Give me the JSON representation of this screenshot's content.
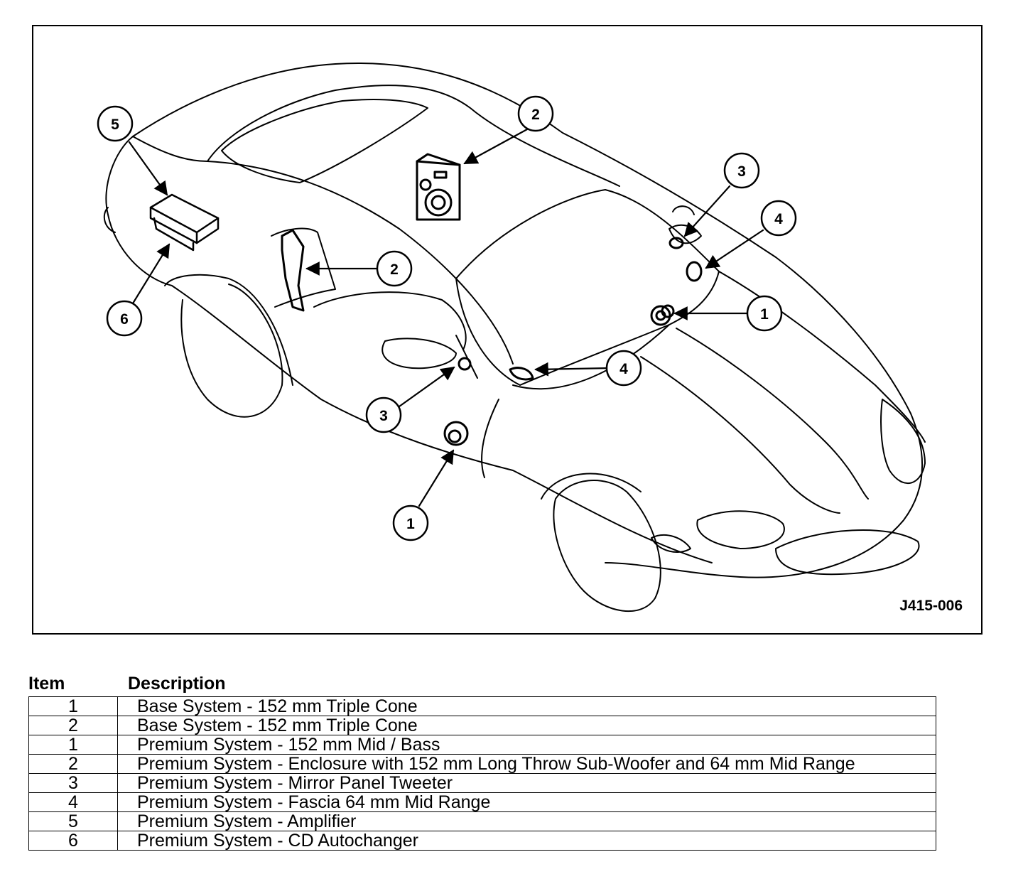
{
  "figure": {
    "code": "J415-006",
    "callouts": [
      {
        "id": "5-amplifier",
        "number": "5"
      },
      {
        "id": "6-cd-autochanger",
        "number": "6"
      },
      {
        "id": "2-enclosure",
        "number": "2"
      },
      {
        "id": "2-door",
        "number": "2"
      },
      {
        "id": "3-tweeter-far",
        "number": "3"
      },
      {
        "id": "4-fascia-far",
        "number": "4"
      },
      {
        "id": "1-door-far",
        "number": "1"
      },
      {
        "id": "4-fascia-near",
        "number": "4"
      },
      {
        "id": "3-tweeter-near",
        "number": "3"
      },
      {
        "id": "1-door-near",
        "number": "1"
      }
    ]
  },
  "table": {
    "header_item": "Item",
    "header_description": "Description",
    "rows": [
      {
        "item": "1",
        "description": "Base System - 152 mm Triple Cone"
      },
      {
        "item": "2",
        "description": "Base System - 152 mm Triple Cone"
      },
      {
        "item": "1",
        "description": "Premium System - 152 mm Mid / Bass"
      },
      {
        "item": "2",
        "description": "Premium System - Enclosure with 152 mm Long Throw Sub-Woofer and 64 mm Mid Range"
      },
      {
        "item": "3",
        "description": "Premium System - Mirror Panel Tweeter"
      },
      {
        "item": "4",
        "description": "Premium System - Fascia 64 mm Mid Range"
      },
      {
        "item": "5",
        "description": "Premium System - Amplifier"
      },
      {
        "item": "6",
        "description": "Premium System - CD Autochanger"
      }
    ]
  }
}
